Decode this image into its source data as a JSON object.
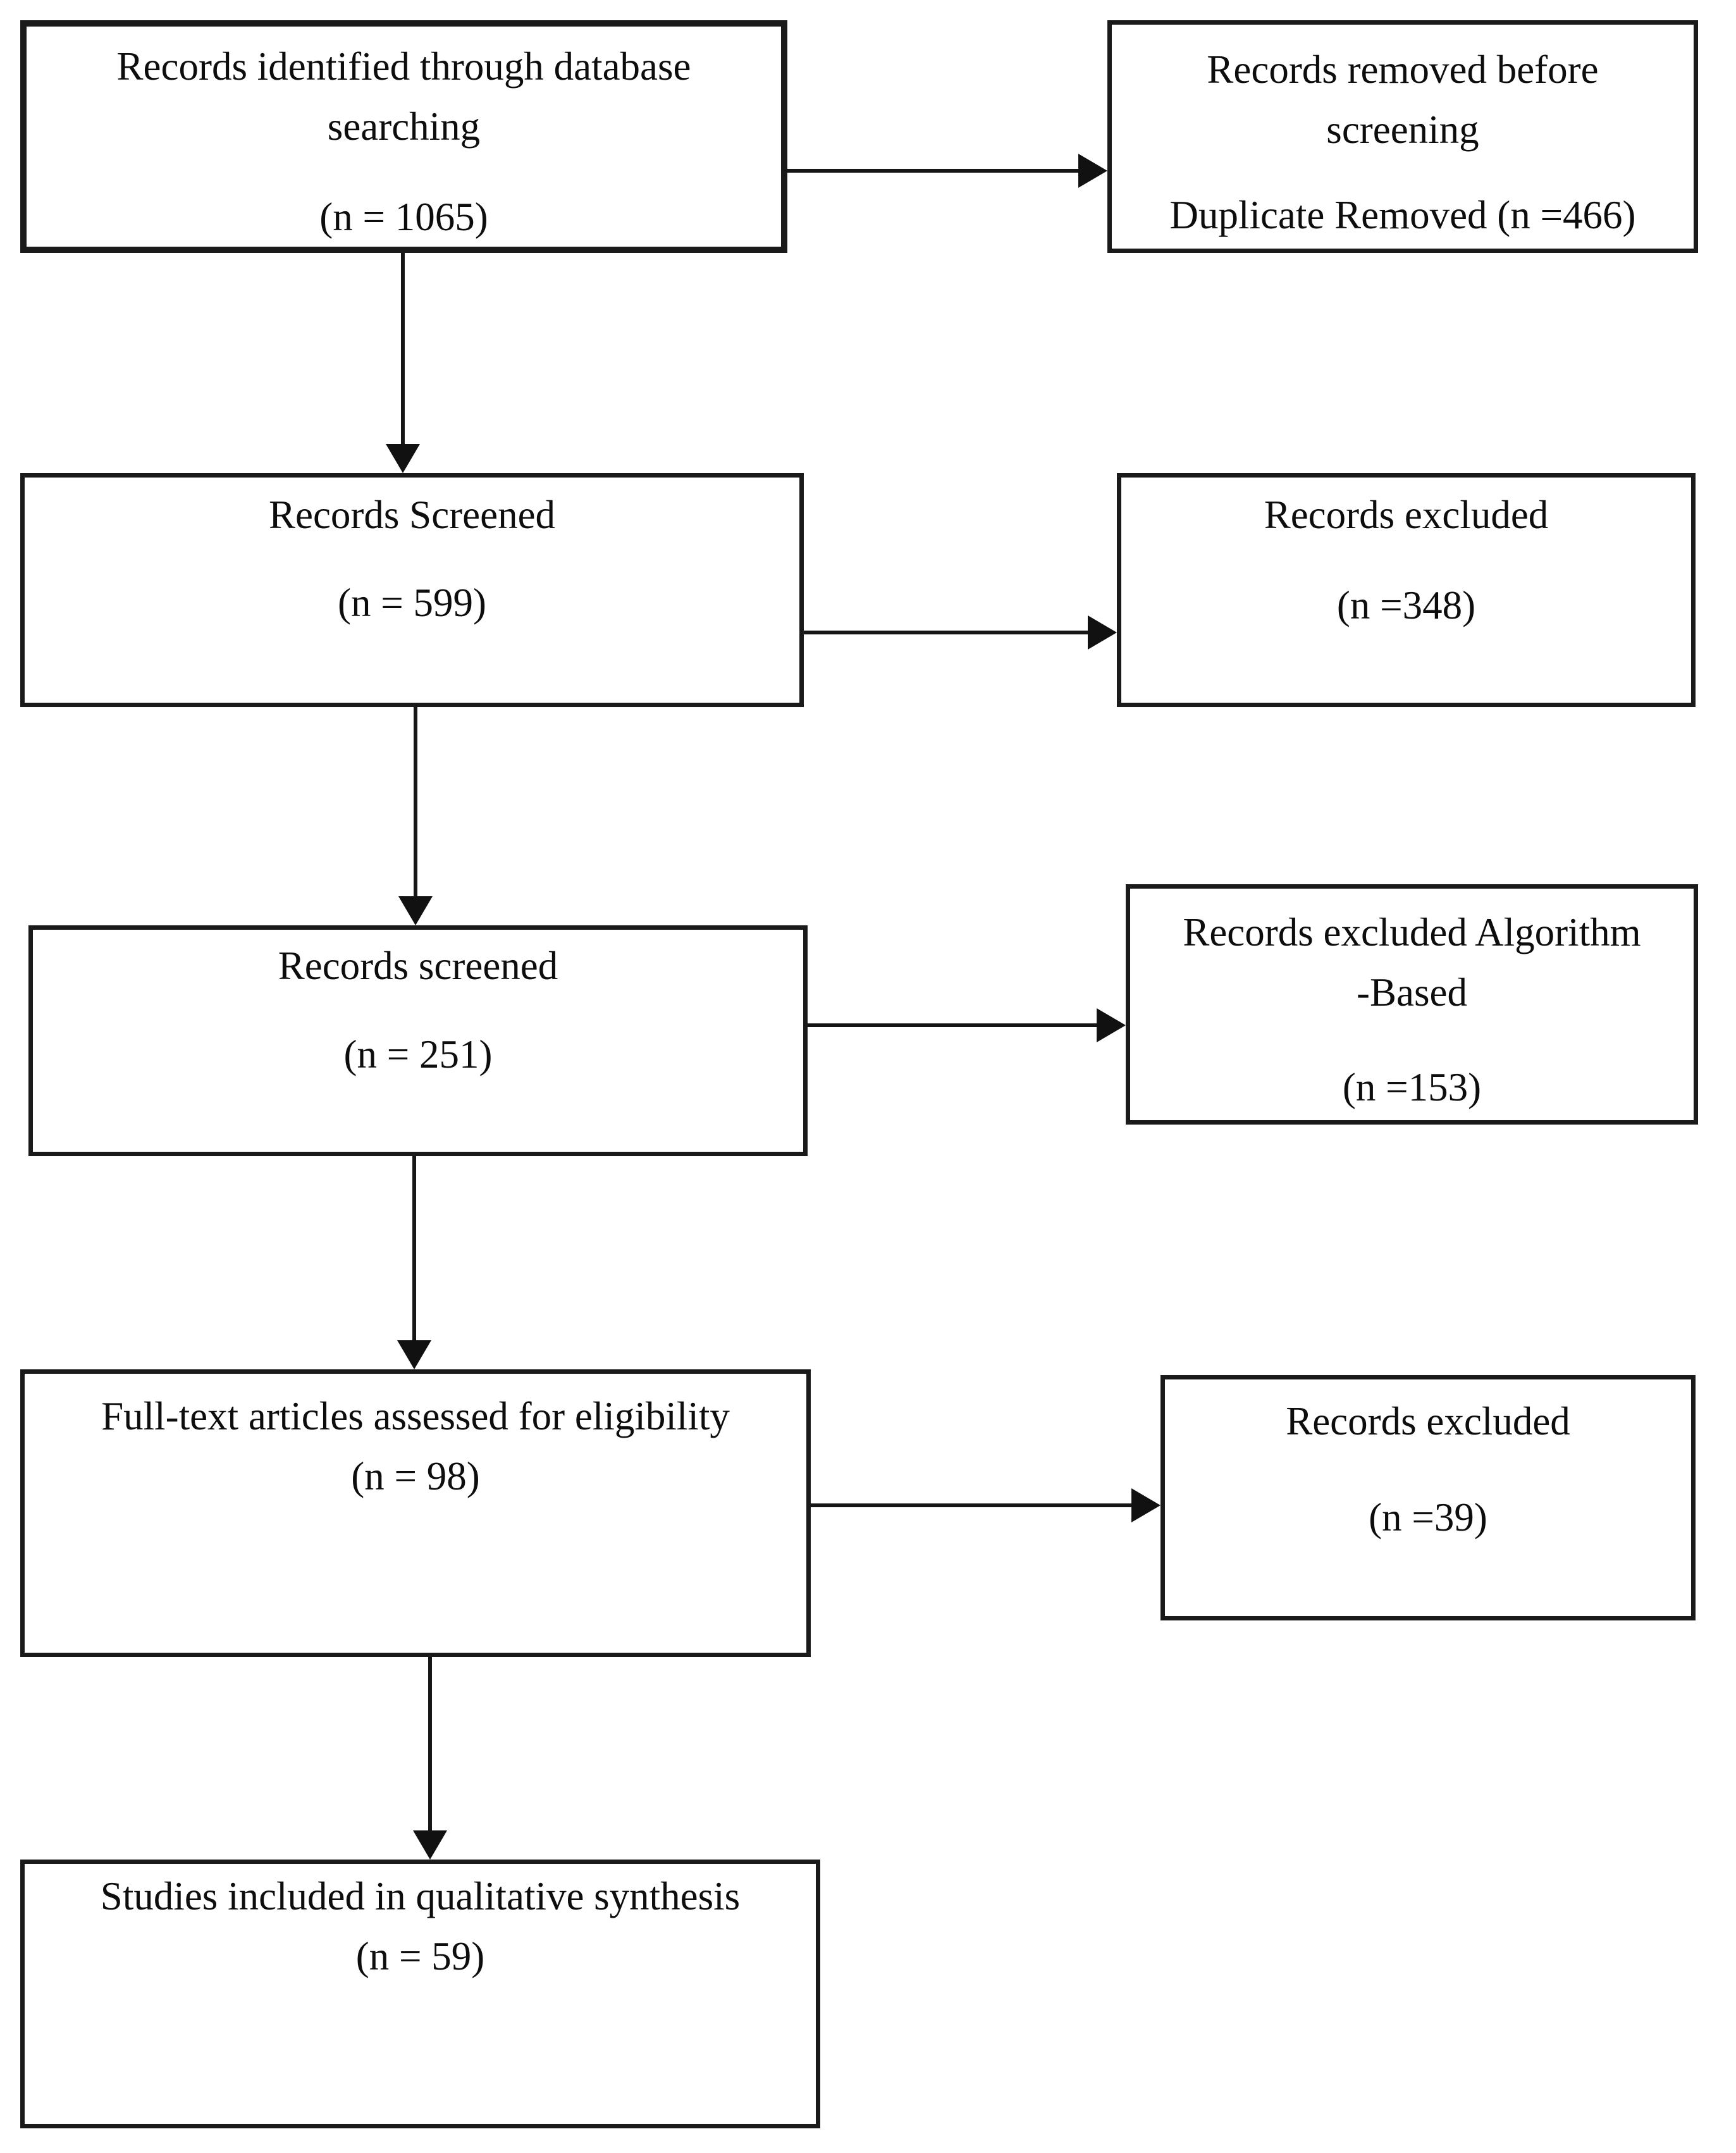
{
  "figure": {
    "type": "prisma-flow-diagram",
    "background_color": "#ffffff",
    "line_color": "#161616",
    "text_color": "#0d0d0d"
  },
  "boxes": [
    {
      "name": "records-identified",
      "lines": [
        "Records identified through database",
        "searching"
      ],
      "count": "(n = 1065)"
    },
    {
      "name": "records-removed-before-screening",
      "lines": [
        "Records removed before",
        "screening"
      ],
      "count": "Duplicate Removed (n =466)"
    },
    {
      "name": "records-screened-first",
      "lines": [
        "Records Screened"
      ],
      "count": "(n = 599)"
    },
    {
      "name": "records-excluded-first",
      "lines": [
        "Records excluded"
      ],
      "count": "(n =348)"
    },
    {
      "name": "records-screened-second",
      "lines": [
        "Records screened"
      ],
      "count": "(n = 251)"
    },
    {
      "name": "records-excluded-algorithm-based",
      "lines": [
        "Records excluded Algorithm",
        "-Based"
      ],
      "count": "(n =153)"
    },
    {
      "name": "full-text-assessed",
      "lines": [
        "Full-text articles assessed for eligibility"
      ],
      "count": "(n = 98)"
    },
    {
      "name": "records-excluded-fulltext",
      "lines": [
        "Records excluded"
      ],
      "count": "(n =39)"
    },
    {
      "name": "studies-included",
      "lines": [
        "Studies included in qualitative synthesis"
      ],
      "count": "(n = 59)"
    }
  ],
  "arrows": [
    {
      "from": "records-identified",
      "to": "records-removed-before-screening",
      "direction": "right"
    },
    {
      "from": "records-identified",
      "to": "records-screened-first",
      "direction": "down"
    },
    {
      "from": "records-screened-first",
      "to": "records-excluded-first",
      "direction": "right"
    },
    {
      "from": "records-screened-first",
      "to": "records-screened-second",
      "direction": "down"
    },
    {
      "from": "records-screened-second",
      "to": "records-excluded-algorithm-based",
      "direction": "right"
    },
    {
      "from": "records-screened-second",
      "to": "full-text-assessed",
      "direction": "down"
    },
    {
      "from": "full-text-assessed",
      "to": "records-excluded-fulltext",
      "direction": "right"
    },
    {
      "from": "full-text-assessed",
      "to": "studies-included",
      "direction": "down"
    }
  ]
}
